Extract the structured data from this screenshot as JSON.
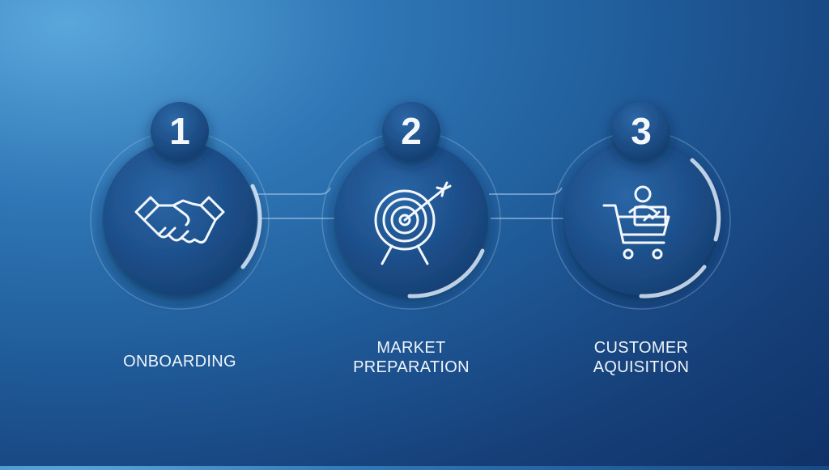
{
  "steps": [
    {
      "number": "1",
      "icon": "handshake-icon",
      "label_lines": [
        "ONBOARDING"
      ]
    },
    {
      "number": "2",
      "icon": "target-arrow-icon",
      "label_lines": [
        "MARKET",
        "PREPARATION"
      ]
    },
    {
      "number": "3",
      "icon": "shopping-cart-customer-icon",
      "label_lines": [
        "CUSTOMER",
        "AQUISITION"
      ]
    }
  ],
  "colors": {
    "circle_fill": "#1d4f8a",
    "circle_highlight": "#2f6eb0",
    "ring": "#9cc4ea",
    "text": "#f2f7fc"
  }
}
